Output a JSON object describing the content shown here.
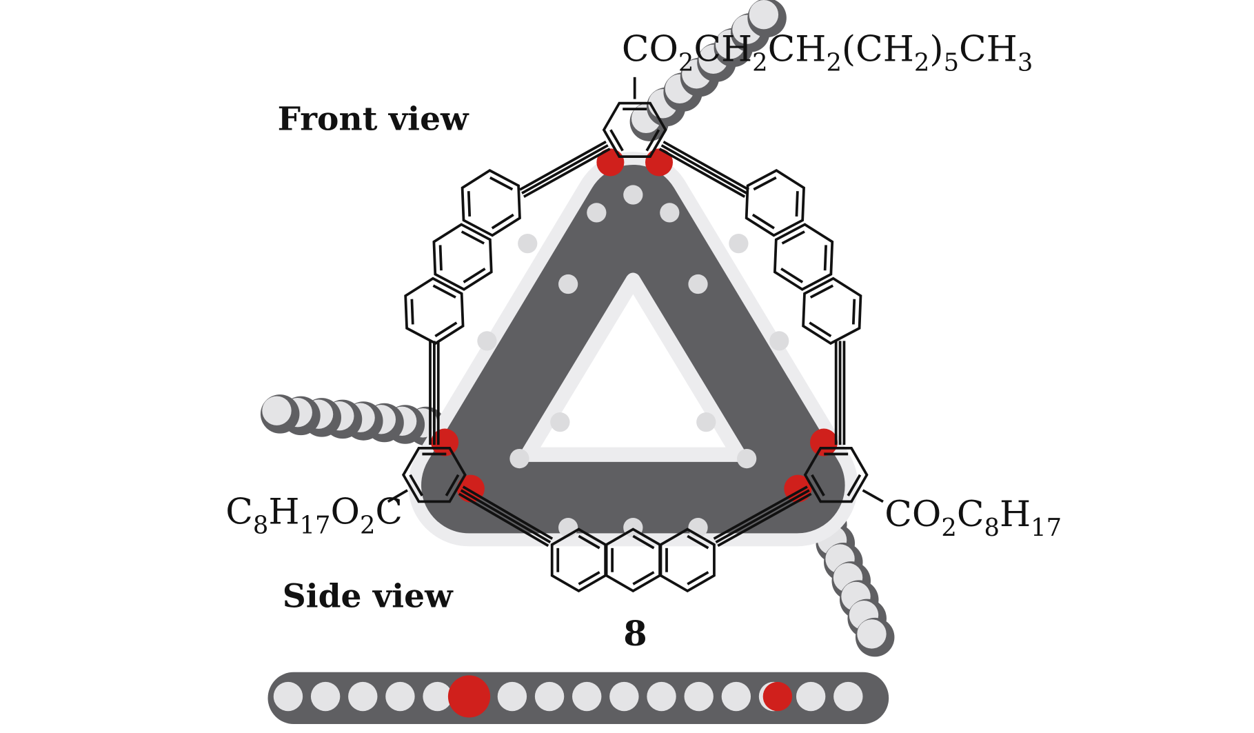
{
  "figure": {
    "front_view_label": "Front view",
    "side_view_label": "Side view",
    "compound_number": "8",
    "substituents": {
      "top": [
        "CO",
        "2",
        "CH",
        "2",
        "CH",
        "2",
        "(CH",
        "2",
        ")",
        "5",
        "CH",
        "3"
      ],
      "left": [
        "C",
        "8",
        "H",
        "17",
        "O",
        "2",
        "C"
      ],
      "right": [
        "CO",
        "2",
        "C",
        "8",
        "H",
        "17"
      ]
    }
  },
  "colors": {
    "carbon": "#5f5f62",
    "hydrogen": "#e4e4e6",
    "oxygen": "#d0201c",
    "bond": "#111111"
  }
}
